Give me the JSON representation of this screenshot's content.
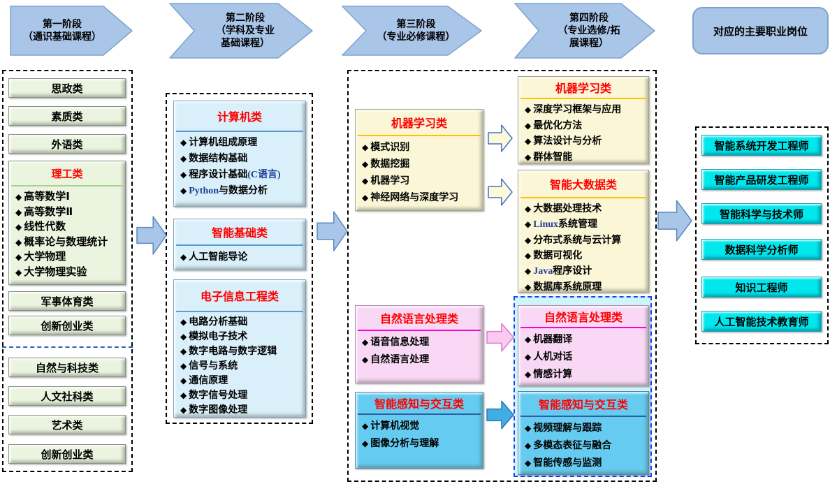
{
  "stages": [
    {
      "label": "第一阶段\n（通识基础课程）"
    },
    {
      "label": "第二阶段\n（学科及专业\n基础课程）"
    },
    {
      "label": "第三阶段\n（专业必修课程）"
    },
    {
      "label": "第四阶段\n（专业选修/拓\n展课程）"
    },
    {
      "label": "对应的主要职业岗位"
    }
  ],
  "stage1": {
    "top_boxes": [
      "思政类",
      "素质类",
      "外语类"
    ],
    "science_group": {
      "title": "理工类",
      "items": [
        [
          "高等数学Ⅰ"
        ],
        [
          "高等数学Ⅱ"
        ],
        [
          "线性代数"
        ],
        [
          "概率论与数理统计"
        ],
        [
          "大学物理"
        ],
        [
          "大学物理实验"
        ]
      ]
    },
    "mid_boxes": [
      "军事体育类",
      "创新创业类"
    ],
    "bottom_boxes": [
      "自然与科技类",
      "人文社科类",
      "艺术类",
      "创新创业类"
    ]
  },
  "stage2": {
    "computer": {
      "title": "计算机类",
      "items": [
        [
          "计算机组成原理"
        ],
        [
          "数据结构基础"
        ],
        [
          "程序设计基础",
          {
            "en": "(C语言)"
          }
        ],
        [
          {
            "en": "Python"
          },
          "与数据分析"
        ]
      ]
    },
    "ai_basic": {
      "title": "智能基础类",
      "items": [
        [
          "人工智能导论"
        ]
      ]
    },
    "ee": {
      "title": "电子信息工程类",
      "items": [
        [
          "电路分析基础"
        ],
        [
          "模拟电子技术"
        ],
        [
          "数字电路与数字逻辑"
        ],
        [
          "信号与系统"
        ],
        [
          "通信原理"
        ],
        [
          "数字信号处理"
        ],
        [
          "数字图像处理"
        ]
      ]
    }
  },
  "stage3": {
    "ml": {
      "title": "机器学习类",
      "items": [
        [
          "模式识别"
        ],
        [
          "数据挖掘"
        ],
        [
          "机器学习"
        ],
        [
          "神经网络与深度学习"
        ]
      ]
    },
    "nlp": {
      "title": "自然语言处理类",
      "items": [
        [
          "语音信息处理"
        ],
        [
          "自然语言处理"
        ]
      ]
    },
    "perception": {
      "title": "智能感知与交互类",
      "items": [
        [
          "计算机视觉"
        ],
        [
          "图像分析与理解"
        ]
      ]
    }
  },
  "stage4": {
    "ml": {
      "title": "机器学习类",
      "items": [
        [
          "深度学习框架与应用"
        ],
        [
          "最优化方法"
        ],
        [
          "算法设计与分析"
        ],
        [
          "群体智能"
        ]
      ]
    },
    "bigdata": {
      "title": "智能大数据类",
      "items": [
        [
          "大数据处理技术"
        ],
        [
          {
            "en": "Linux"
          },
          "系统管理"
        ],
        [
          "分布式系统与云计算"
        ],
        [
          "数据可视化"
        ],
        [
          {
            "en": "Java"
          },
          "程序设计"
        ],
        [
          "数据库系统原理"
        ]
      ]
    },
    "nlp": {
      "title": "自然语言处理类",
      "items": [
        [
          "机器翻译"
        ],
        [
          "人机对话"
        ],
        [
          "情感计算"
        ]
      ]
    },
    "perception": {
      "title": "智能感知与交互类",
      "items": [
        [
          "视频理解与跟踪"
        ],
        [
          "多模态表征与融合"
        ],
        [
          "智能传感与监测"
        ]
      ]
    }
  },
  "jobs": [
    "智能系统开发工程师",
    "智能产品研发工程师",
    "智能科学与技术师",
    "数据科学分析师",
    "知识工程师",
    "人工智能技术教育师"
  ],
  "colors": {
    "banner_fill": "#A9C5E8",
    "banner_border": "#7FA3CC",
    "big_arrow_fill": "#A9C5E8",
    "big_arrow_border": "#5B88C0",
    "yellow_arrow_fill": "#FCF9D8",
    "yellow_arrow_border": "#4472C4",
    "pink_arrow_fill": "#F9C9F2",
    "pink_arrow_border": "#DB7BCE",
    "blue_arrow_fill": "#41ADE6",
    "blue_arrow_border": "#2E75B6",
    "title_red": "#FF0000",
    "english_blue": "#1F3F99",
    "divider_green": "#A9D18E",
    "divider_blue": "#5B9BD5",
    "divider_orange": "#FFC000",
    "divider_magenta": "#FF00CC",
    "divider_navy": "#2E5FA3",
    "box_green": "#EAF4DE",
    "box_blue": "#D9EFF9",
    "box_yellow": "#FAF6D6",
    "box_pink": "#F8D8F4",
    "box_sky": "#66CBF0",
    "box_cyan": "#00E8EE",
    "highlight_bg": "#CEF5F9",
    "highlight_border": "#1F3FFF",
    "container_border": "#000000",
    "col1_divider_blue": "#2E5FB7"
  }
}
